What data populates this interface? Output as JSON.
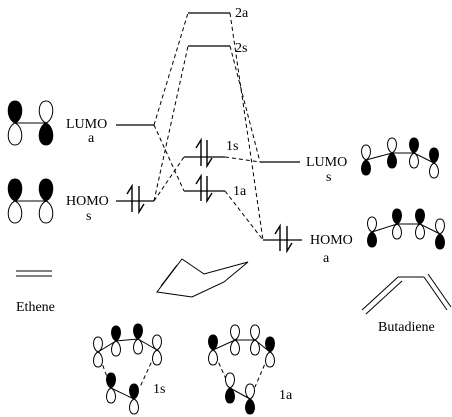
{
  "labels": {
    "ethene_lumo": "LUMO",
    "ethene_lumo_sym": "a",
    "ethene_homo": "HOMO",
    "ethene_homo_sym": "s",
    "level_2a": "2a",
    "level_2s": "2s",
    "level_1s": "1s",
    "level_1a": "1a",
    "butadiene_lumo": "LUMO",
    "butadiene_lumo_sym": "s",
    "butadiene_homo": "HOMO",
    "butadiene_homo_sym": "a",
    "ethene_name": "Ethene",
    "butadiene_name": "Butadiene",
    "ring_1s": "1s",
    "ring_1a": "1a"
  }
}
